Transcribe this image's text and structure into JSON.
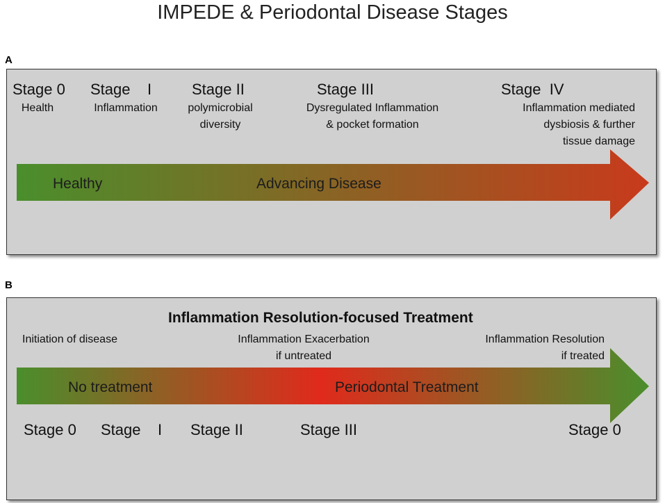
{
  "title": "IMPEDE & Periodontal Disease Stages",
  "panel_a": {
    "letter": "A",
    "stages": [
      {
        "label": "Stage 0",
        "sub": "Health"
      },
      {
        "label": "Stage    I",
        "sub": "Inflammation"
      },
      {
        "label": "Stage II",
        "sub": "polymicrobial\ndiversity"
      },
      {
        "label": "Stage III",
        "sub": "Dysregulated Inflammation\n& pocket formation"
      },
      {
        "label": "Stage  IV",
        "sub": "Inflammation mediated\ndysbiosis & further\ntissue damage"
      }
    ],
    "arrow_left_label": "Healthy",
    "arrow_mid_label": "Advancing Disease",
    "colors": {
      "start": "#4a8e2c",
      "end": "#c83a1c"
    }
  },
  "panel_b": {
    "letter": "B",
    "heading": "Inflammation Resolution-focused Treatment",
    "phases": [
      {
        "text": "Initiation of disease"
      },
      {
        "text": "Inflammation Exacerbation\nif untreated"
      },
      {
        "text": "Inflammation Resolution\nif treated"
      }
    ],
    "arrow_left_label": "No treatment",
    "arrow_mid_label": "Periodontal Treatment",
    "stages": [
      "Stage 0",
      "Stage    I",
      "Stage II",
      "Stage III",
      "Stage 0"
    ],
    "colors": {
      "start": "#4a8e2c",
      "mid": "#e02a1c",
      "end": "#4a8e2c"
    }
  }
}
